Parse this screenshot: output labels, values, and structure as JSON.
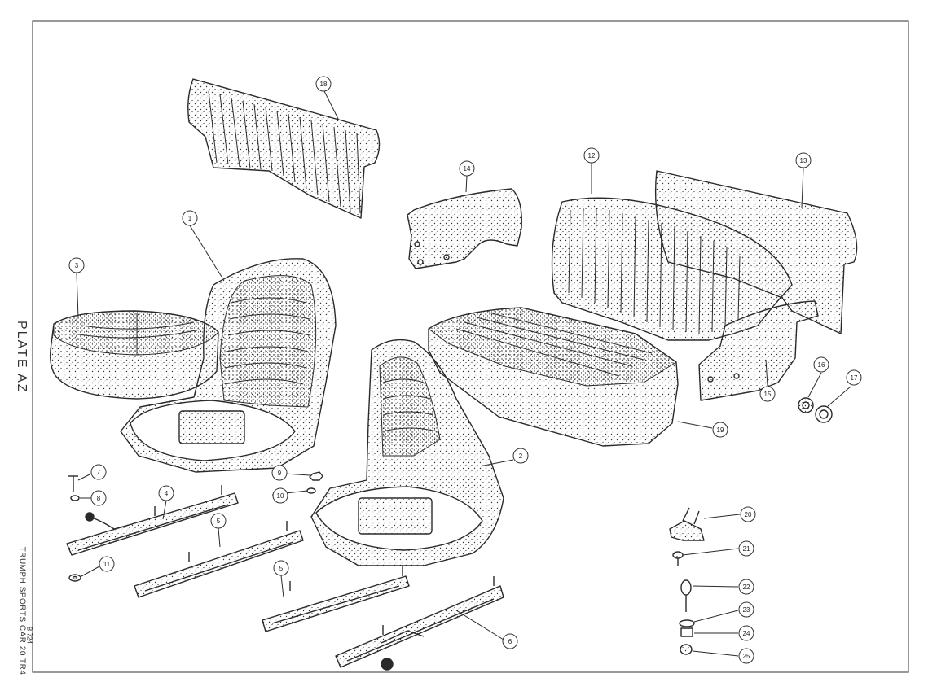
{
  "plate": {
    "title": "PLATE AZ",
    "book_title": "TRUMPH SPORTS CAR 20 TR4",
    "ref_code": "B 724"
  },
  "callouts": [
    "1",
    "2",
    "3",
    "4",
    "5",
    "5",
    "6",
    "7",
    "8",
    "9",
    "10",
    "11",
    "12",
    "13",
    "14",
    "15",
    "16",
    "17",
    "18",
    "19",
    "20",
    "21",
    "22",
    "23",
    "24",
    "25"
  ],
  "colors": {
    "ink": "#2a2a2a",
    "paper": "#ffffff",
    "frame": "#555555"
  }
}
